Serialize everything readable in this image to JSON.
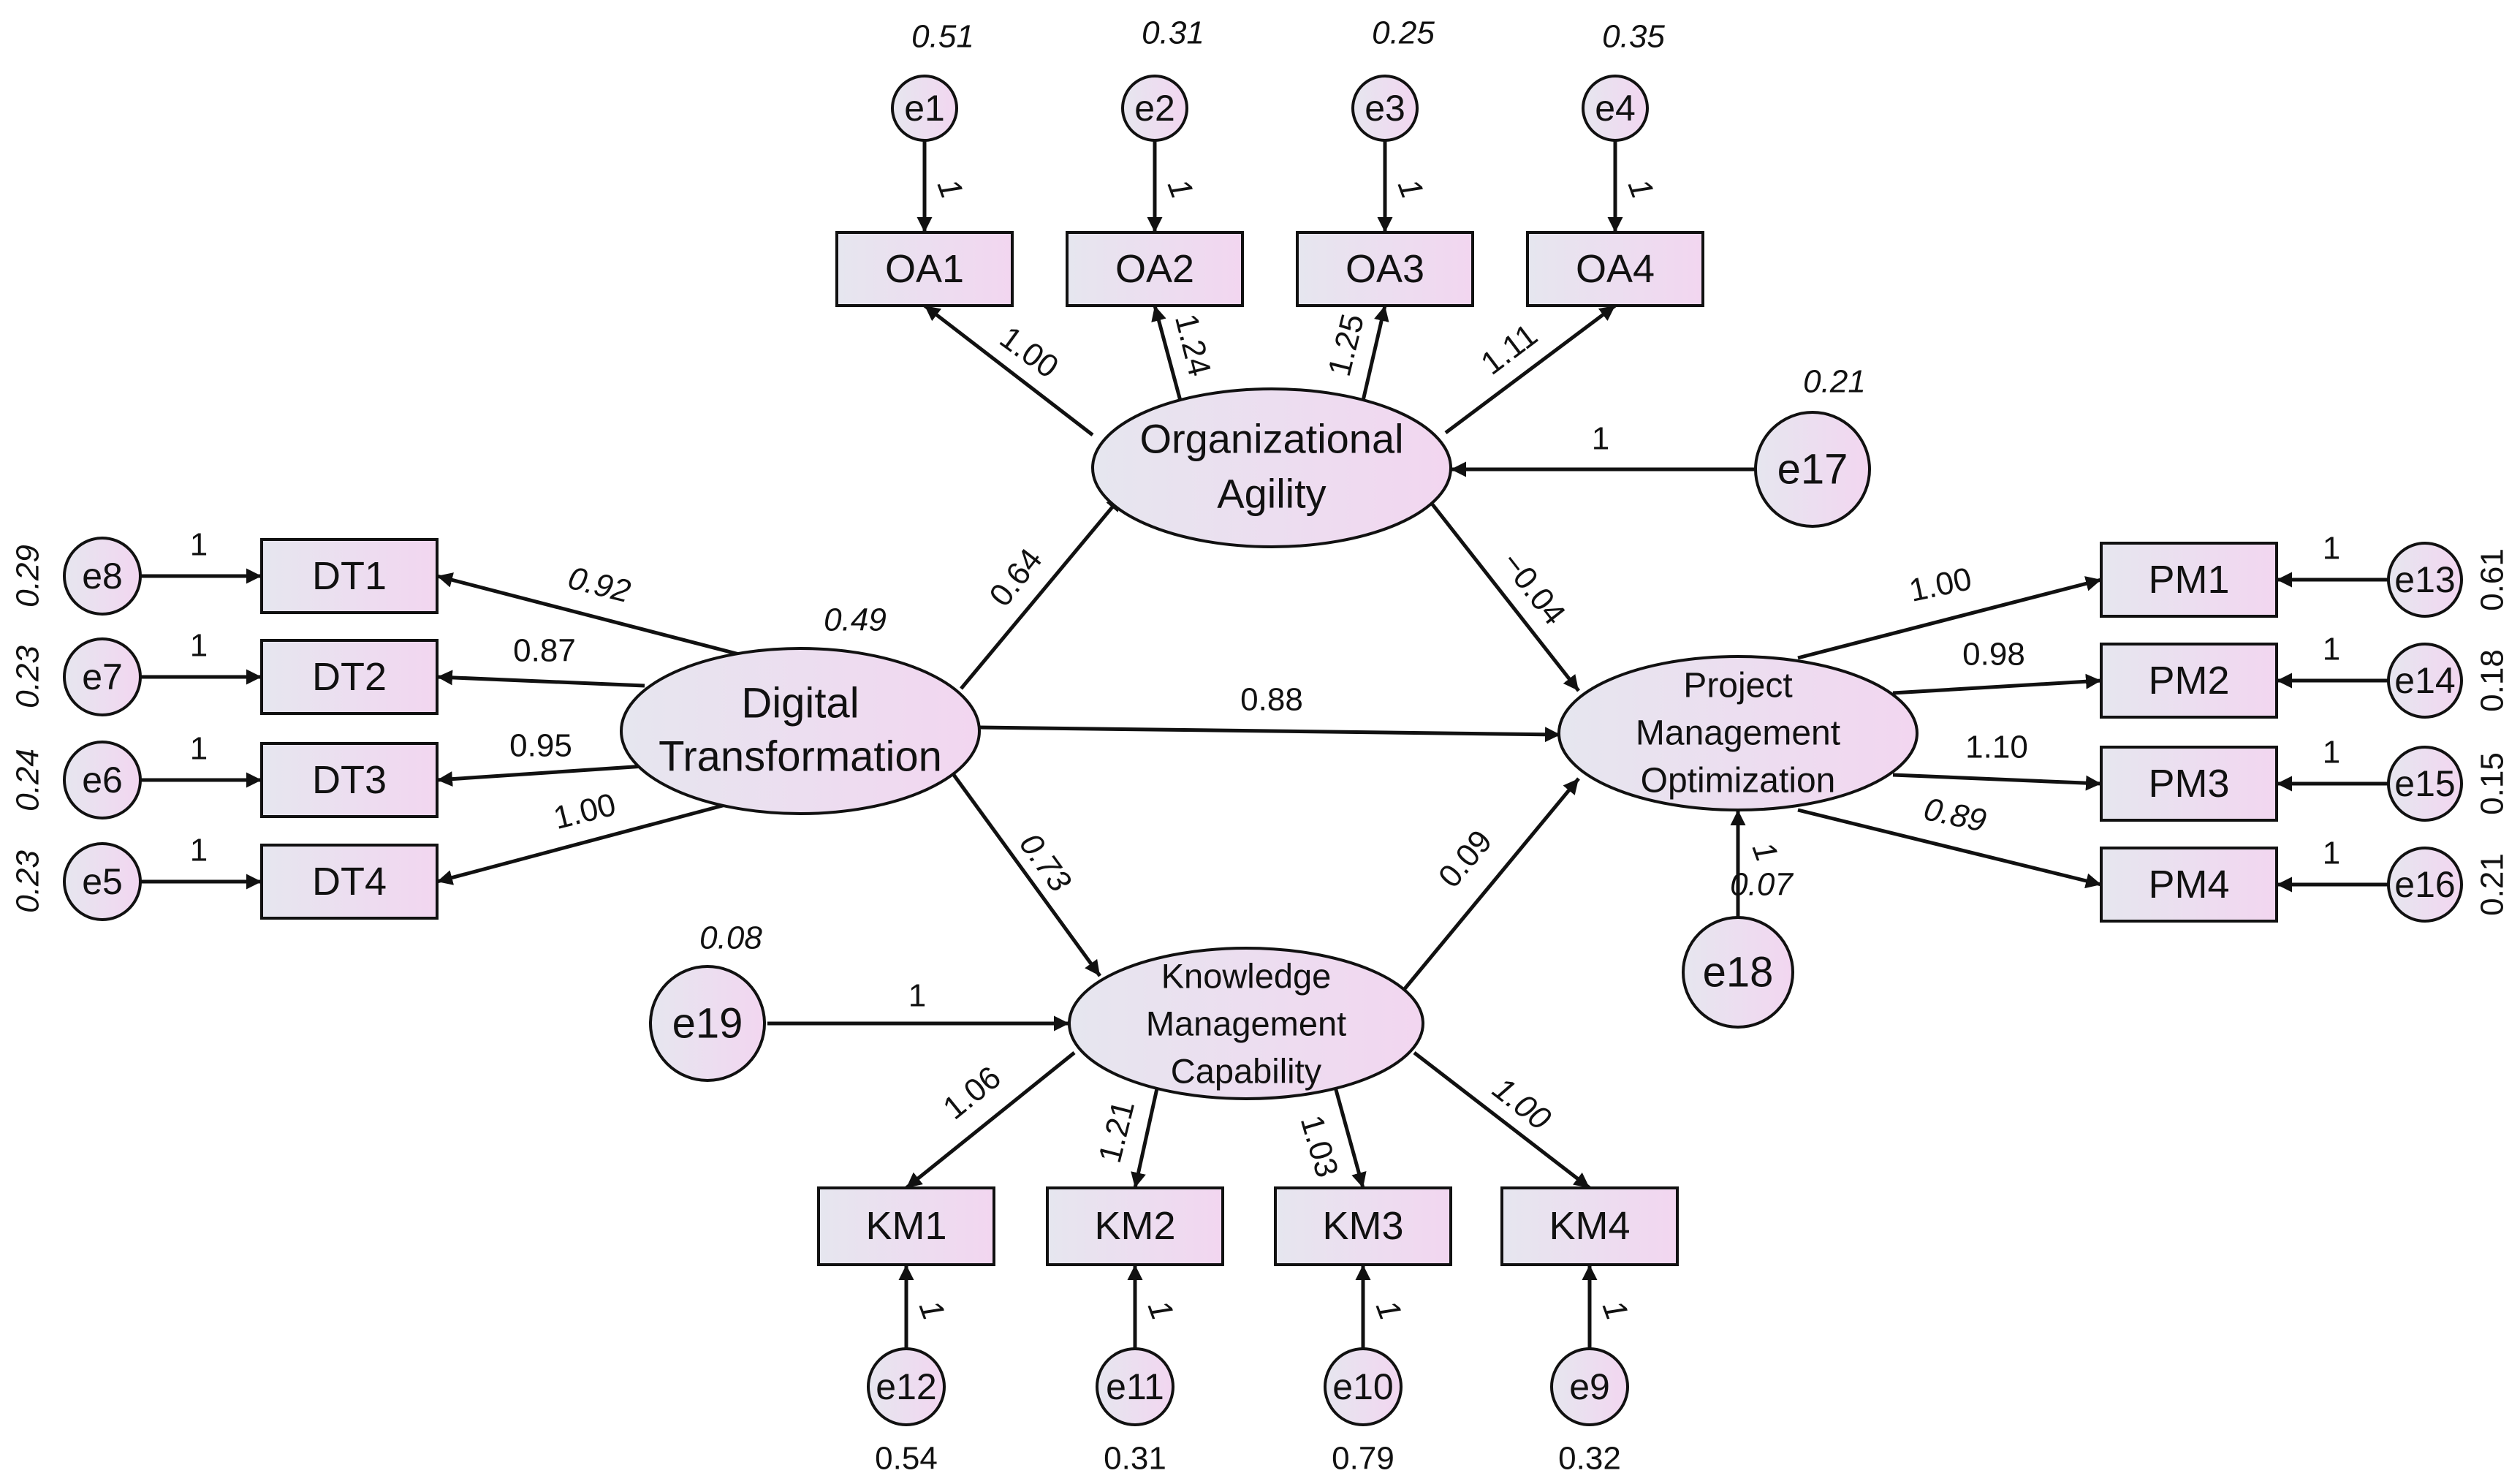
{
  "colors": {
    "fill_start": "#e6e6ef",
    "fill_end": "#f2d6f0",
    "stroke": "#111111"
  },
  "latent": {
    "oa": {
      "label": [
        "Organizational",
        "Agility"
      ]
    },
    "dt": {
      "label": [
        "Digital",
        "Transformation"
      ],
      "variance": "0.49"
    },
    "pmo": {
      "label": [
        "Project",
        "Management",
        "Optimization"
      ]
    },
    "kmc": {
      "label": [
        "Knowledge",
        "Management",
        "Capability"
      ]
    }
  },
  "indicators": {
    "oa": [
      "OA1",
      "OA2",
      "OA3",
      "OA4"
    ],
    "dt": [
      "DT1",
      "DT2",
      "DT3",
      "DT4"
    ],
    "pm": [
      "PM1",
      "PM2",
      "PM3",
      "PM4"
    ],
    "km": [
      "KM1",
      "KM2",
      "KM3",
      "KM4"
    ]
  },
  "errors": {
    "oa": [
      {
        "name": "e1",
        "var": "0.51"
      },
      {
        "name": "e2",
        "var": "0.31"
      },
      {
        "name": "e3",
        "var": "0.25"
      },
      {
        "name": "e4",
        "var": "0.35"
      }
    ],
    "dt": [
      {
        "name": "e8",
        "var": "0.29"
      },
      {
        "name": "e7",
        "var": "0.23"
      },
      {
        "name": "e6",
        "var": "0.24"
      },
      {
        "name": "e5",
        "var": "0.23"
      }
    ],
    "pm": [
      {
        "name": "e13",
        "var": "0.61"
      },
      {
        "name": "e14",
        "var": "0.18"
      },
      {
        "name": "e15",
        "var": "0.15"
      },
      {
        "name": "e16",
        "var": "0.21"
      }
    ],
    "km": [
      {
        "name": "e12",
        "var": "0.54"
      },
      {
        "name": "e11",
        "var": "0.31"
      },
      {
        "name": "e10",
        "var": "0.79"
      },
      {
        "name": "e9",
        "var": "0.32"
      }
    ],
    "structural": [
      {
        "name": "e17",
        "var": "0.21"
      },
      {
        "name": "e18",
        "var": "0.07"
      },
      {
        "name": "e19",
        "var": "0.08"
      }
    ]
  },
  "loadings": {
    "oa": [
      "1.00",
      "1.24",
      "1.25",
      "1.11"
    ],
    "dt": [
      "0.92",
      "0.87",
      "0.95",
      "1.00"
    ],
    "pm": [
      "1.00",
      "0.98",
      "1.10",
      "0.89"
    ],
    "km": [
      "1.06",
      "1.21",
      "1.03",
      "1.00"
    ]
  },
  "paths": {
    "dt_oa": "0.64",
    "dt_pmo": "0.88",
    "dt_kmc": "0.73",
    "oa_pmo": "−0.04",
    "kmc_pmo": "0.09"
  },
  "fixed": "1"
}
